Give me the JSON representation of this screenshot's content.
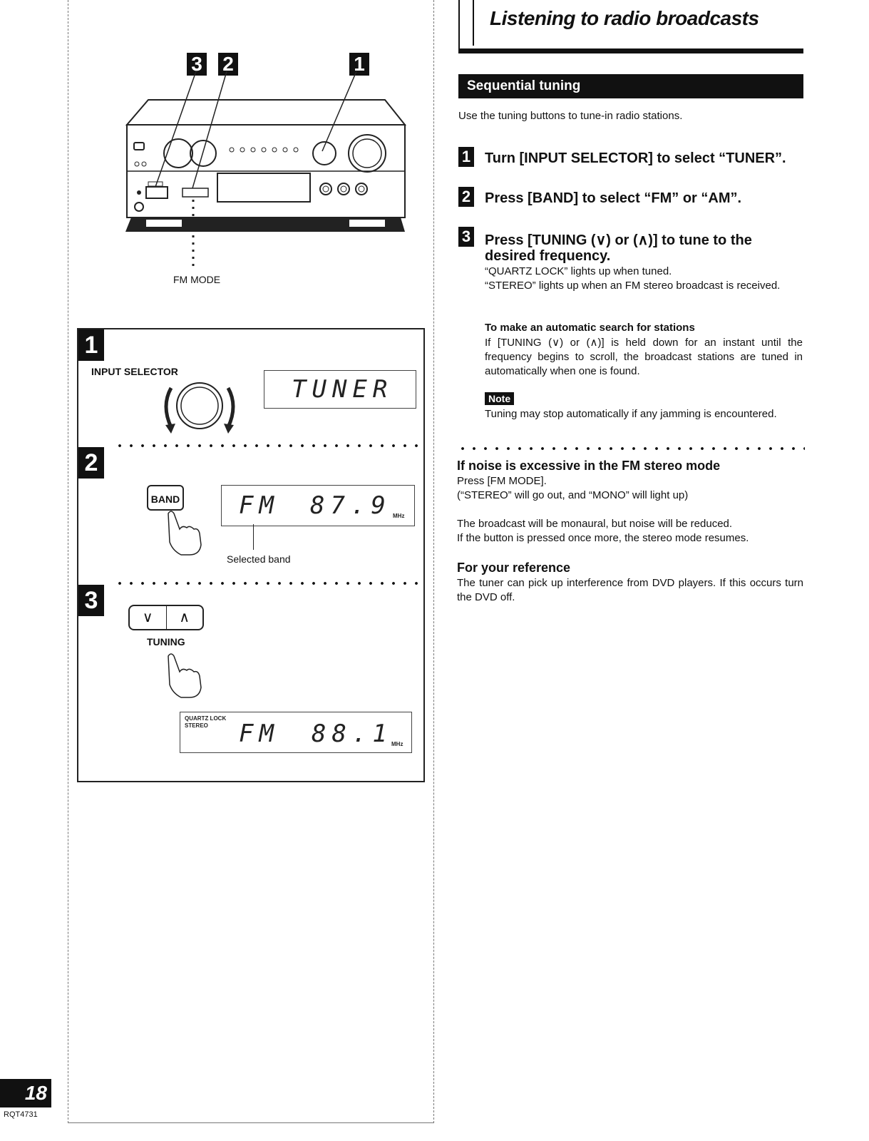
{
  "page": {
    "title": "Listening to radio broadcasts",
    "page_number": "18",
    "model_code": "RQT4731"
  },
  "section": {
    "heading": "Sequential tuning",
    "intro": "Use the tuning buttons to tune-in radio stations.",
    "steps": [
      {
        "num": "1",
        "text": "Turn [INPUT SELECTOR] to select “TUNER”."
      },
      {
        "num": "2",
        "text": "Press [BAND] to select “FM” or “AM”."
      },
      {
        "num": "3",
        "text_line1": "Press [TUNING (∨) or (∧)] to tune to the",
        "text_line2": "desired frequency.",
        "detail1": "“QUARTZ LOCK” lights up when tuned.",
        "detail2": "“STEREO” lights up when an FM stereo broadcast is received."
      }
    ],
    "auto_search": {
      "heading": "To make an automatic search for stations",
      "text": "If [TUNING (∨) or (∧)] is held down for an instant until the frequency begins to scroll, the broadcast stations are tuned in automatically when one is found."
    },
    "note": {
      "label": "Note",
      "text": "Tuning may stop automatically if any jamming is encountered."
    }
  },
  "noise": {
    "heading": "If noise is excessive in the FM stereo mode",
    "line1": "Press [FM MODE].",
    "line2": "(“STEREO” will go out, and “MONO” will light up)",
    "line3": "The broadcast will be monaural, but noise will be reduced.",
    "line4": "If the button is pressed once more, the stereo mode resumes."
  },
  "reference": {
    "heading": "For your reference",
    "text": "The tuner can pick up interference from DVD players. If this occurs turn the DVD off."
  },
  "illustration": {
    "top_labels": [
      "3",
      "2",
      "1"
    ],
    "fm_mode_label": "FM MODE",
    "panel": {
      "step1_num": "1",
      "input_selector_label": "INPUT SELECTOR",
      "display1": "TUNER",
      "step2_num": "2",
      "band_button": "BAND",
      "display2_band": "FM",
      "display2_freq": "87.9",
      "mhz": "MHz",
      "selected_band_label": "Selected band",
      "step3_num": "3",
      "tuning_down": "∨",
      "tuning_up": "∧",
      "tuning_label": "TUNING",
      "quartz_lock": "QUARTZ LOCK",
      "stereo": "STEREO",
      "display3_band": "FM",
      "display3_freq": "88.1"
    }
  }
}
